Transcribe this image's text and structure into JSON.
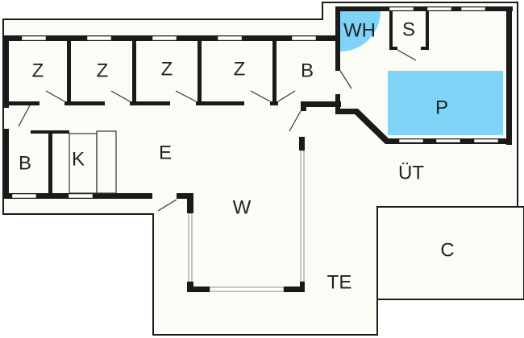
{
  "colors": {
    "background": "#ffffff",
    "floor": "#fcfcf7",
    "wall": "#1a1a1a",
    "water": "#7fd3f7"
  },
  "rooms": {
    "bedroom_1": "Z",
    "bedroom_2": "Z",
    "bedroom_3": "Z",
    "bedroom_4": "Z",
    "bathroom_top": "B",
    "bathroom_left": "B",
    "kitchen": "K",
    "living": "E",
    "winter_garden": "W",
    "whirlpool": "WH",
    "sauna": "S",
    "pool": "P",
    "roofed_terrace": "ÜT",
    "carport": "C",
    "terrace": "TE"
  }
}
